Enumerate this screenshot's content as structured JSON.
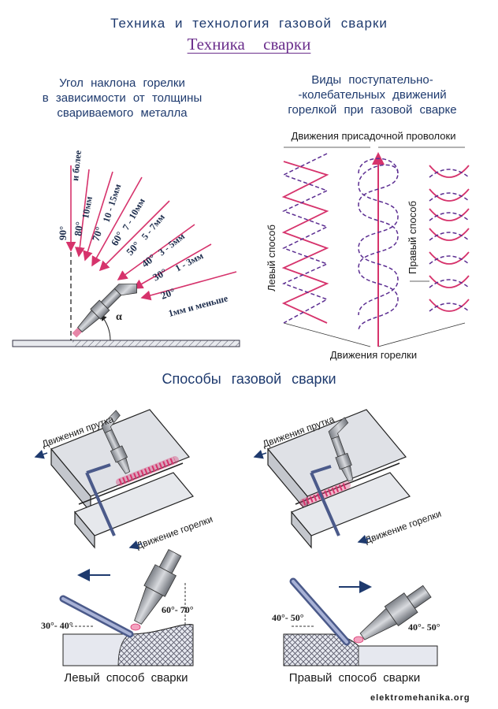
{
  "title": "Техника и технология газовой сварки",
  "subtitle": "Техника сварки",
  "angle_section": {
    "heading_lines": [
      "Угол наклона горелки",
      "в зависимости от толщины",
      "свариваемого металла"
    ],
    "angles": [
      {
        "angle": "90°",
        "thickness": "и более"
      },
      {
        "angle": "80°",
        "thickness": "10мм"
      },
      {
        "angle": "70°",
        "thickness": "10 - 15мм"
      },
      {
        "angle": "60°",
        "thickness": "7 - 10мм"
      },
      {
        "angle": "50°",
        "thickness": "5 - 7мм"
      },
      {
        "angle": "40°",
        "thickness": "3 - 5мм"
      },
      {
        "angle": "30°",
        "thickness": "1 - 3мм"
      },
      {
        "angle": "20°",
        "thickness": "1мм  и  меньше"
      }
    ],
    "alpha_label": "α"
  },
  "motion_section": {
    "heading_lines": [
      "Виды поступательно-",
      "-колебательных движений",
      "горелкой при газовой сварке"
    ],
    "top_label": "Движения присадочной проволоки",
    "bottom_label": "Движения горелки",
    "left_label": "Левый способ",
    "right_label": "Правый способ"
  },
  "methods_section": {
    "heading": "Способы газовой сварки",
    "rod_motion": "Движения прутка",
    "torch_motion": "Движение горелки",
    "left_rod_angle": "30°- 40°",
    "left_torch_angle": "60°- 70°",
    "right_rod_angle": "40°- 50°",
    "right_torch_angle": "40°- 50°",
    "left_caption": "Левый способ сварки",
    "right_caption": "Правый способ сварки"
  },
  "watermark": "elektromehanika.org",
  "colors": {
    "accent_red": "#d6336c",
    "accent_purple": "#5b2d91",
    "dark_blue": "#1e3a6e"
  }
}
